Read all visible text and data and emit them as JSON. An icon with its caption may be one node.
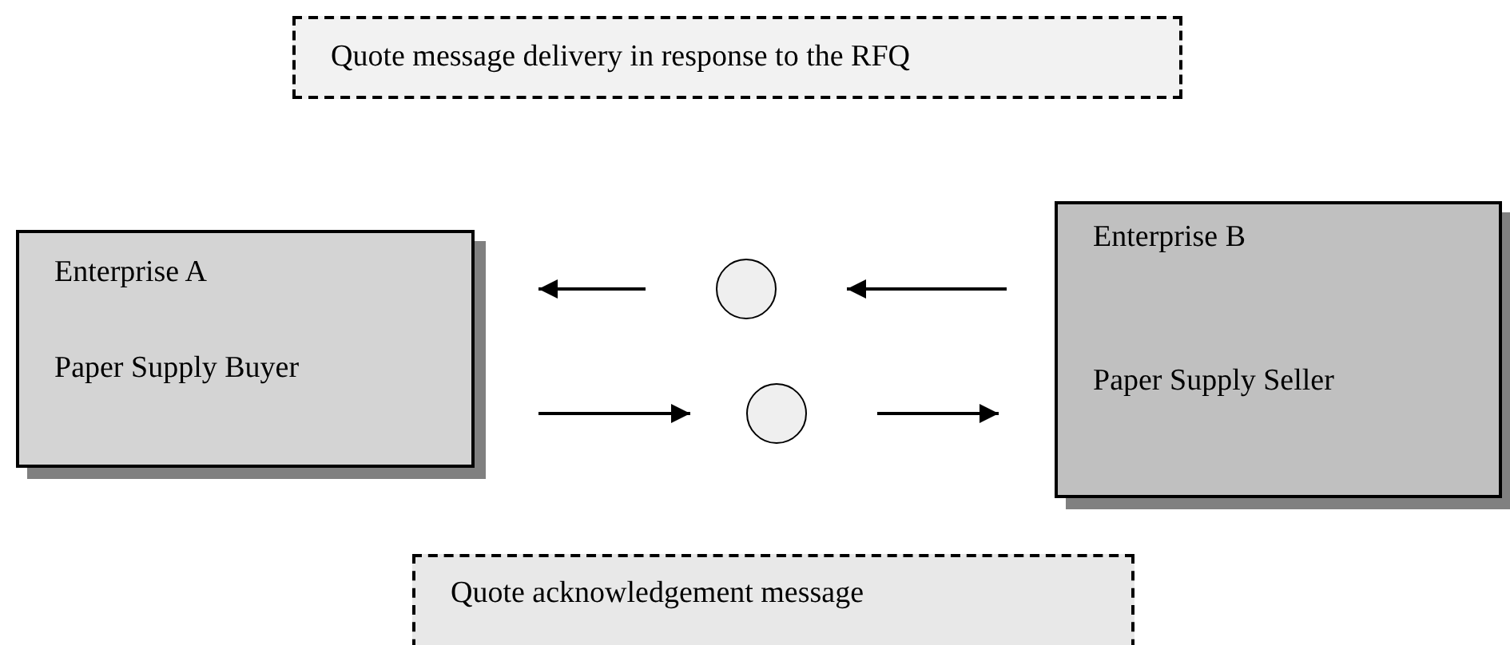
{
  "diagram": {
    "nodes": [
      {
        "text": [
          "Quote message delivery in response to the RFQ"
        ]
      },
      {
        "text": [
          "Enterprise A",
          "Paper Supply Buyer"
        ]
      },
      {
        "text": [
          "Enterprise B",
          "Paper Supply Seller"
        ]
      },
      {
        "text": [],
        "shape": "circle"
      },
      {
        "text": [],
        "shape": "circle"
      },
      {
        "text": [
          "Quote acknowledgement message"
        ]
      }
    ],
    "edges": [
      {
        "from": 2,
        "to": 3,
        "arrow": "to"
      },
      {
        "from": 3,
        "to": 1,
        "arrow": "to"
      },
      {
        "from": 1,
        "to": 4,
        "arrow": "to"
      },
      {
        "from": 4,
        "to": 2,
        "arrow": "to"
      }
    ]
  }
}
